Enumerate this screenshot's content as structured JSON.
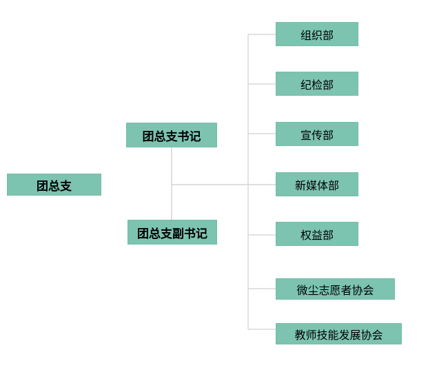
{
  "org_chart": {
    "type": "org-chart",
    "root": {
      "label": "团总支"
    },
    "leaders": [
      {
        "label": "团总支书记"
      },
      {
        "label": "团总支副书记"
      }
    ],
    "departments": [
      {
        "label": "组织部"
      },
      {
        "label": "纪检部"
      },
      {
        "label": "宣传部"
      },
      {
        "label": "新媒体部"
      },
      {
        "label": "权益部"
      },
      {
        "label": "微尘志愿者协会"
      },
      {
        "label": "教师技能发展协会"
      }
    ],
    "colors": {
      "node_fill": "#7cc4b0",
      "node_border": "#74bda8",
      "connector": "#d6d6d6",
      "text": "#000000",
      "background": "#ffffff"
    }
  }
}
